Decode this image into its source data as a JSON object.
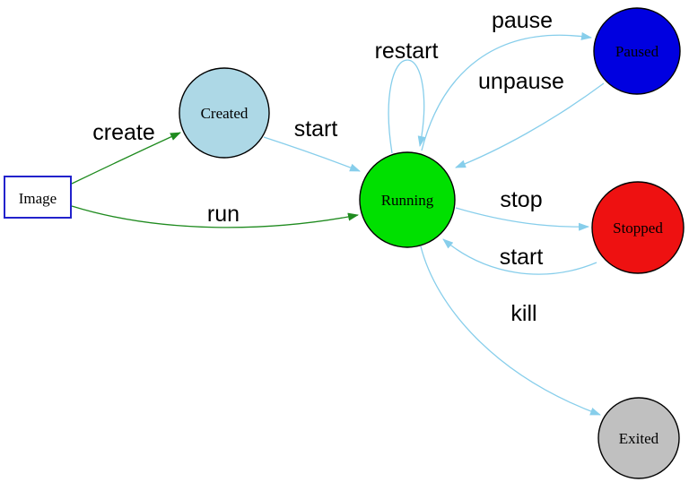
{
  "diagram": {
    "background": "#ffffff",
    "colors": {
      "green_edge": "#1f8b1f",
      "blue_edge": "#87ceeb",
      "node_border": "#000000",
      "image_border": "#2222cc",
      "label_color": "#000000"
    },
    "nodes": [
      {
        "id": "image",
        "label": "Image",
        "shape": "rectangle",
        "fill": "#ffffff"
      },
      {
        "id": "created",
        "label": "Created",
        "shape": "circle",
        "fill": "#add8e6"
      },
      {
        "id": "running",
        "label": "Running",
        "shape": "circle",
        "fill": "#00e000"
      },
      {
        "id": "paused",
        "label": "Paused",
        "shape": "circle",
        "fill": "#0000e0"
      },
      {
        "id": "stopped",
        "label": "Stopped",
        "shape": "circle",
        "fill": "#ee1111"
      },
      {
        "id": "exited",
        "label": "Exited",
        "shape": "circle",
        "fill": "#c0c0c0"
      }
    ],
    "edges": [
      {
        "label": "create",
        "from": "image",
        "to": "created",
        "color": "#1f8b1f"
      },
      {
        "label": "run",
        "from": "image",
        "to": "running",
        "color": "#1f8b1f"
      },
      {
        "label": "start",
        "from": "created",
        "to": "running",
        "color": "#87ceeb"
      },
      {
        "label": "restart",
        "from": "running",
        "to": "running",
        "color": "#87ceeb"
      },
      {
        "label": "pause",
        "from": "running",
        "to": "paused",
        "color": "#87ceeb"
      },
      {
        "label": "unpause",
        "from": "paused",
        "to": "running",
        "color": "#87ceeb"
      },
      {
        "label": "stop",
        "from": "running",
        "to": "stopped",
        "color": "#87ceeb"
      },
      {
        "label": "start",
        "from": "stopped",
        "to": "running",
        "color": "#87ceeb"
      },
      {
        "label": "kill",
        "from": "running",
        "to": "exited",
        "color": "#87ceeb"
      }
    ]
  }
}
